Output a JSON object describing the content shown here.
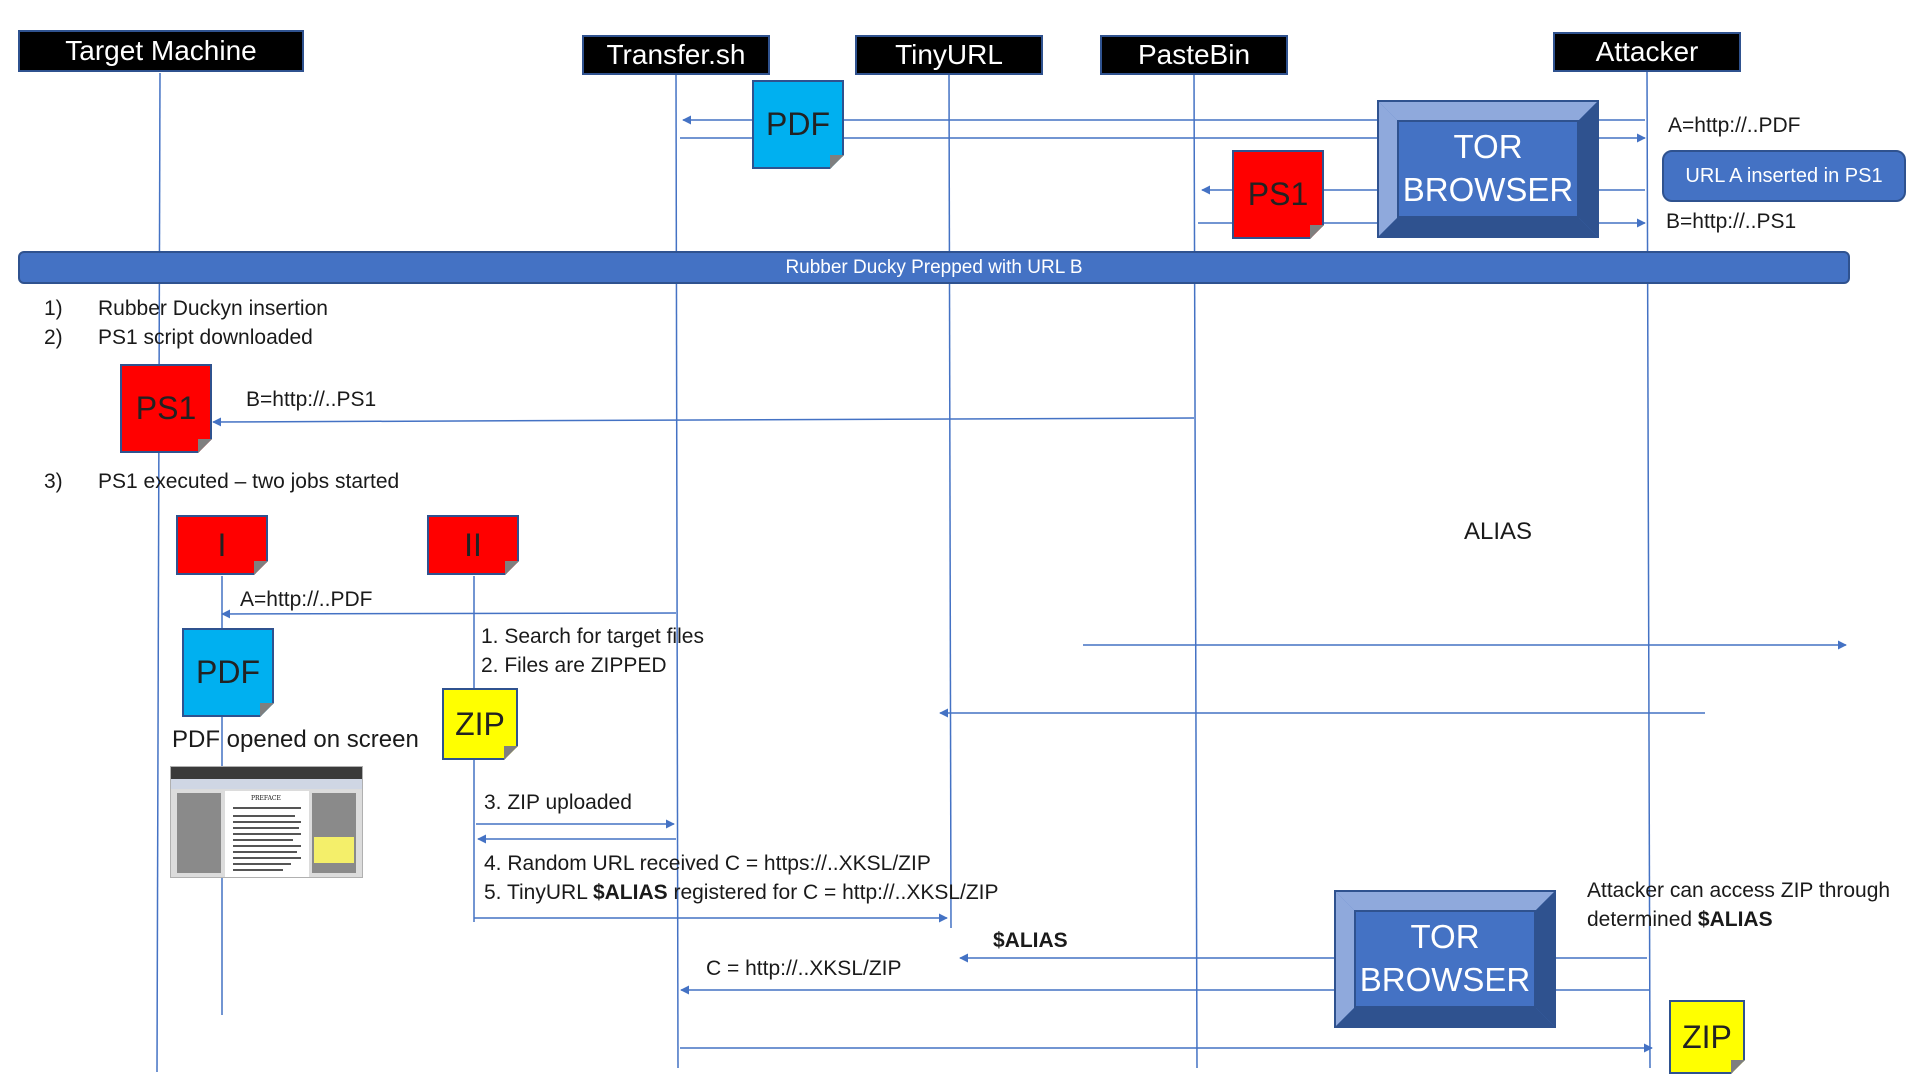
{
  "lanes": {
    "target": "Target Machine",
    "transfer": "Transfer.sh",
    "tinyurl": "TinyURL",
    "pastebin": "PasteBin",
    "attacker": "Attacker"
  },
  "notes": {
    "pdf_top": "PDF",
    "ps1_top": "PS1",
    "ps1_mid": "PS1",
    "job_one": "I",
    "job_two": "II",
    "pdf_target": "PDF",
    "zip_target": "ZIP",
    "zip_attacker": "ZIP"
  },
  "tor_top": {
    "line1": "TOR",
    "line2": "BROWSER"
  },
  "tor_bottom": {
    "line1": "TOR",
    "line2": "BROWSER"
  },
  "url_a_pill": "URL A inserted in PS1",
  "banner": "Rubber Ducky Prepped with URL B",
  "labels": {
    "a_pdf_top": "A=http://..PDF",
    "b_ps1_top": "B=http://..PS1",
    "b_ps1_mid": "B=http://..PS1",
    "a_pdf_target": "A=http://..PDF",
    "alias_free": "ALIAS",
    "alias_arrow": "$ALIAS",
    "c_url": "C = http://..XKSL/ZIP",
    "pdf_opened": "PDF opened on screen",
    "search": "1. Search for target files",
    "zipped": "2. Files are ZIPPED",
    "uploaded": "3. ZIP uploaded",
    "attacker_access_1": "Attacker can access ZIP through",
    "attacker_access_2_pre": "determined ",
    "attacker_access_2_bold": "$ALIAS"
  },
  "steps": [
    {
      "num": "1)",
      "text": "Rubber Duckyn insertion"
    },
    {
      "num": "2)",
      "text": "PS1 script downloaded"
    },
    {
      "num": "3)",
      "text": "PS1 executed – two jobs started"
    }
  ],
  "step4": "4. Random URL received C = https://..XKSL/ZIP",
  "step5": {
    "pre": "5. TinyURL ",
    "bold": "$ALIAS",
    "post": " registered for C = http://..XKSL/ZIP"
  },
  "thumbnail": {
    "title": "PREFACE"
  },
  "colors": {
    "line": "#4472C4",
    "note_red": "#FF0000",
    "note_blue": "#00B0F0",
    "note_yellow": "#FFFF00",
    "tor": "#4472C4",
    "header_bg": "#000000"
  }
}
